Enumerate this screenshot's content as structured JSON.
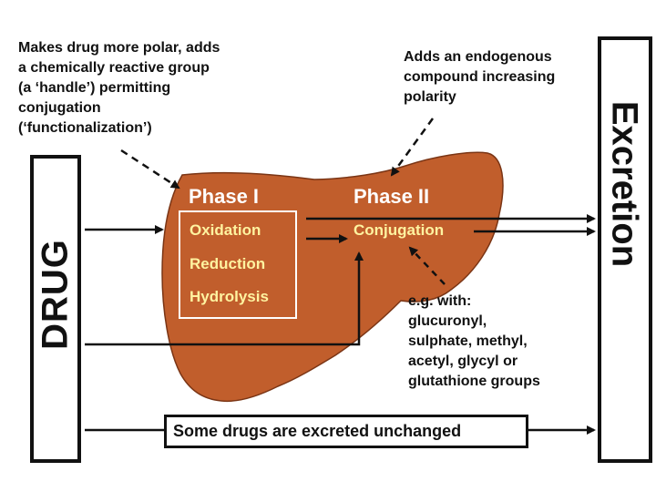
{
  "notes": {
    "phase1_description": "Makes drug more polar, adds\na chemically reactive group\n(a ‘handle’) permitting\nconjugation\n(‘functionalization’)",
    "phase2_description": "Adds an endogenous\ncompound increasing\npolarity",
    "conjugation_groups": "e.g. with:\nglucuronyl,\nsulphate, methyl,\nacetyl, glycyl or\nglutathione groups"
  },
  "drug": {
    "label": "DRUG"
  },
  "excretion": {
    "label": "Excretion"
  },
  "phase1": {
    "title": "Phase I",
    "reactions": [
      "Oxidation",
      "Reduction",
      "Hydrolysis"
    ]
  },
  "phase2": {
    "title": "Phase II",
    "reaction": "Conjugation"
  },
  "unchanged": {
    "label": "Some drugs are excreted unchanged"
  },
  "colors": {
    "liver": "#c15e2c",
    "reaction_text": "#fff3a0",
    "arrow": "#111111"
  },
  "icons": {
    "kidney": "kidney-icon"
  }
}
